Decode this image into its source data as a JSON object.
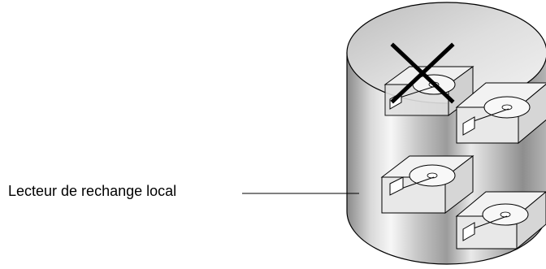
{
  "callout": {
    "label": "Lecteur de rechange local"
  },
  "diagram": {
    "array": "disk-array-cylinder",
    "drives": [
      {
        "name": "failed-drive",
        "status": "failed",
        "marker": "x-mark-icon"
      },
      {
        "name": "drive-top-right",
        "status": "normal"
      },
      {
        "name": "local-spare-drive",
        "status": "spare"
      },
      {
        "name": "drive-bottom-right",
        "status": "normal"
      }
    ]
  },
  "colors": {
    "outline": "#000000",
    "cylinder_dark": "#7d7d7d",
    "cylinder_light": "#f4f4f4",
    "drive_fill": "#e8e8e8"
  }
}
